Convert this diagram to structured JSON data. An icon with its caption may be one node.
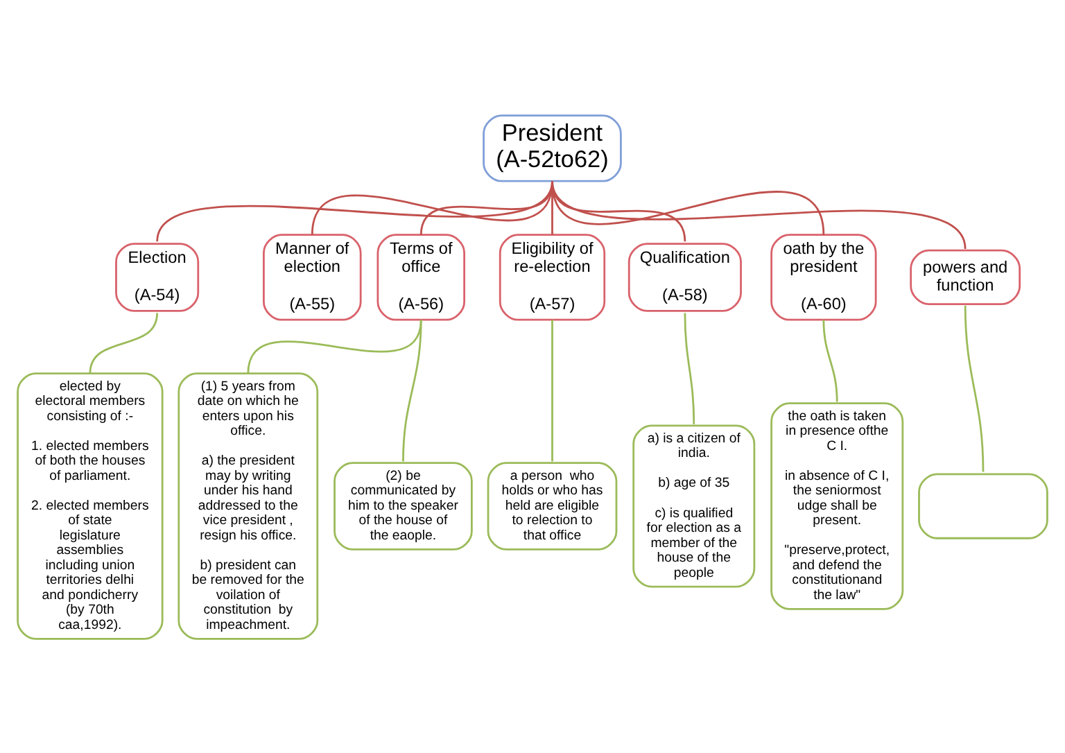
{
  "diagram": {
    "nodes": [
      {
        "text": [
          "President (A-52to62)"
        ]
      },
      {
        "text": [
          "Election",
          "(A-54)"
        ]
      },
      {
        "text": [
          "Manner of election",
          "(A-55)"
        ]
      },
      {
        "text": [
          "Terms of office",
          "(A-56)"
        ]
      },
      {
        "text": [
          "Eligibility of re-election",
          "(A-57)"
        ]
      },
      {
        "text": [
          "Qualification",
          "(A-58)"
        ]
      },
      {
        "text": [
          "oath by the president",
          "(A-60)"
        ]
      },
      {
        "text": [
          "powers and function"
        ]
      },
      {
        "text": [
          "elected by electoral members consisting of :-",
          "1. elected members of both the houses of parliament.",
          "2. elected members of state legislature assemblies including union territories delhi and pondicherry (by 70th caa,1992)."
        ]
      },
      {
        "text": [
          "(1) 5 years from date on which he enters upon his office.",
          "a) the president may by writing under his hand addressed to the vice president , resign his office.",
          "b) president can be removed for the voilation of constitution  by impeachment."
        ]
      },
      {
        "text": [
          "(2) be communicated by him to the speaker of the house of the eaople."
        ]
      },
      {
        "text": [
          "a person  who holds or who has held are eligible to relection to that office"
        ]
      },
      {
        "text": [
          "a) is a citizen of india.",
          "b) age of 35",
          "c) is qualified for election as a member of the house of the people"
        ]
      },
      {
        "text": [
          "the oath is taken in presence ofthe C I.",
          "in absence of C I, the seniormost udge shall be present.",
          "\"preserve,protect, and defend the constitutionand the law\""
        ]
      },
      {
        "text": [],
        "shape": "box"
      }
    ],
    "edges": [
      {
        "from": 0,
        "to": 1,
        "arrow": "none"
      },
      {
        "from": 0,
        "to": 2,
        "arrow": "none"
      },
      {
        "from": 0,
        "to": 3,
        "arrow": "none"
      },
      {
        "from": 0,
        "to": 4,
        "arrow": "none"
      },
      {
        "from": 0,
        "to": 5,
        "arrow": "none"
      },
      {
        "from": 0,
        "to": 6,
        "arrow": "none"
      },
      {
        "from": 0,
        "to": 7,
        "arrow": "none"
      },
      {
        "from": 1,
        "to": 8,
        "arrow": "none",
        "color": "#9bbb59"
      },
      {
        "from": 3,
        "to": 9,
        "arrow": "none",
        "color": "#9bbb59"
      },
      {
        "from": 3,
        "to": 10,
        "arrow": "none",
        "color": "#9bbb59"
      },
      {
        "from": 4,
        "to": 11,
        "arrow": "none",
        "color": "#9bbb59"
      },
      {
        "from": 5,
        "to": 12,
        "arrow": "none",
        "color": "#9bbb59"
      },
      {
        "from": 6,
        "to": 13,
        "arrow": "none",
        "color": "#9bbb59"
      },
      {
        "from": 7,
        "to": 14,
        "arrow": "none",
        "color": "#9bbb59"
      }
    ]
  }
}
